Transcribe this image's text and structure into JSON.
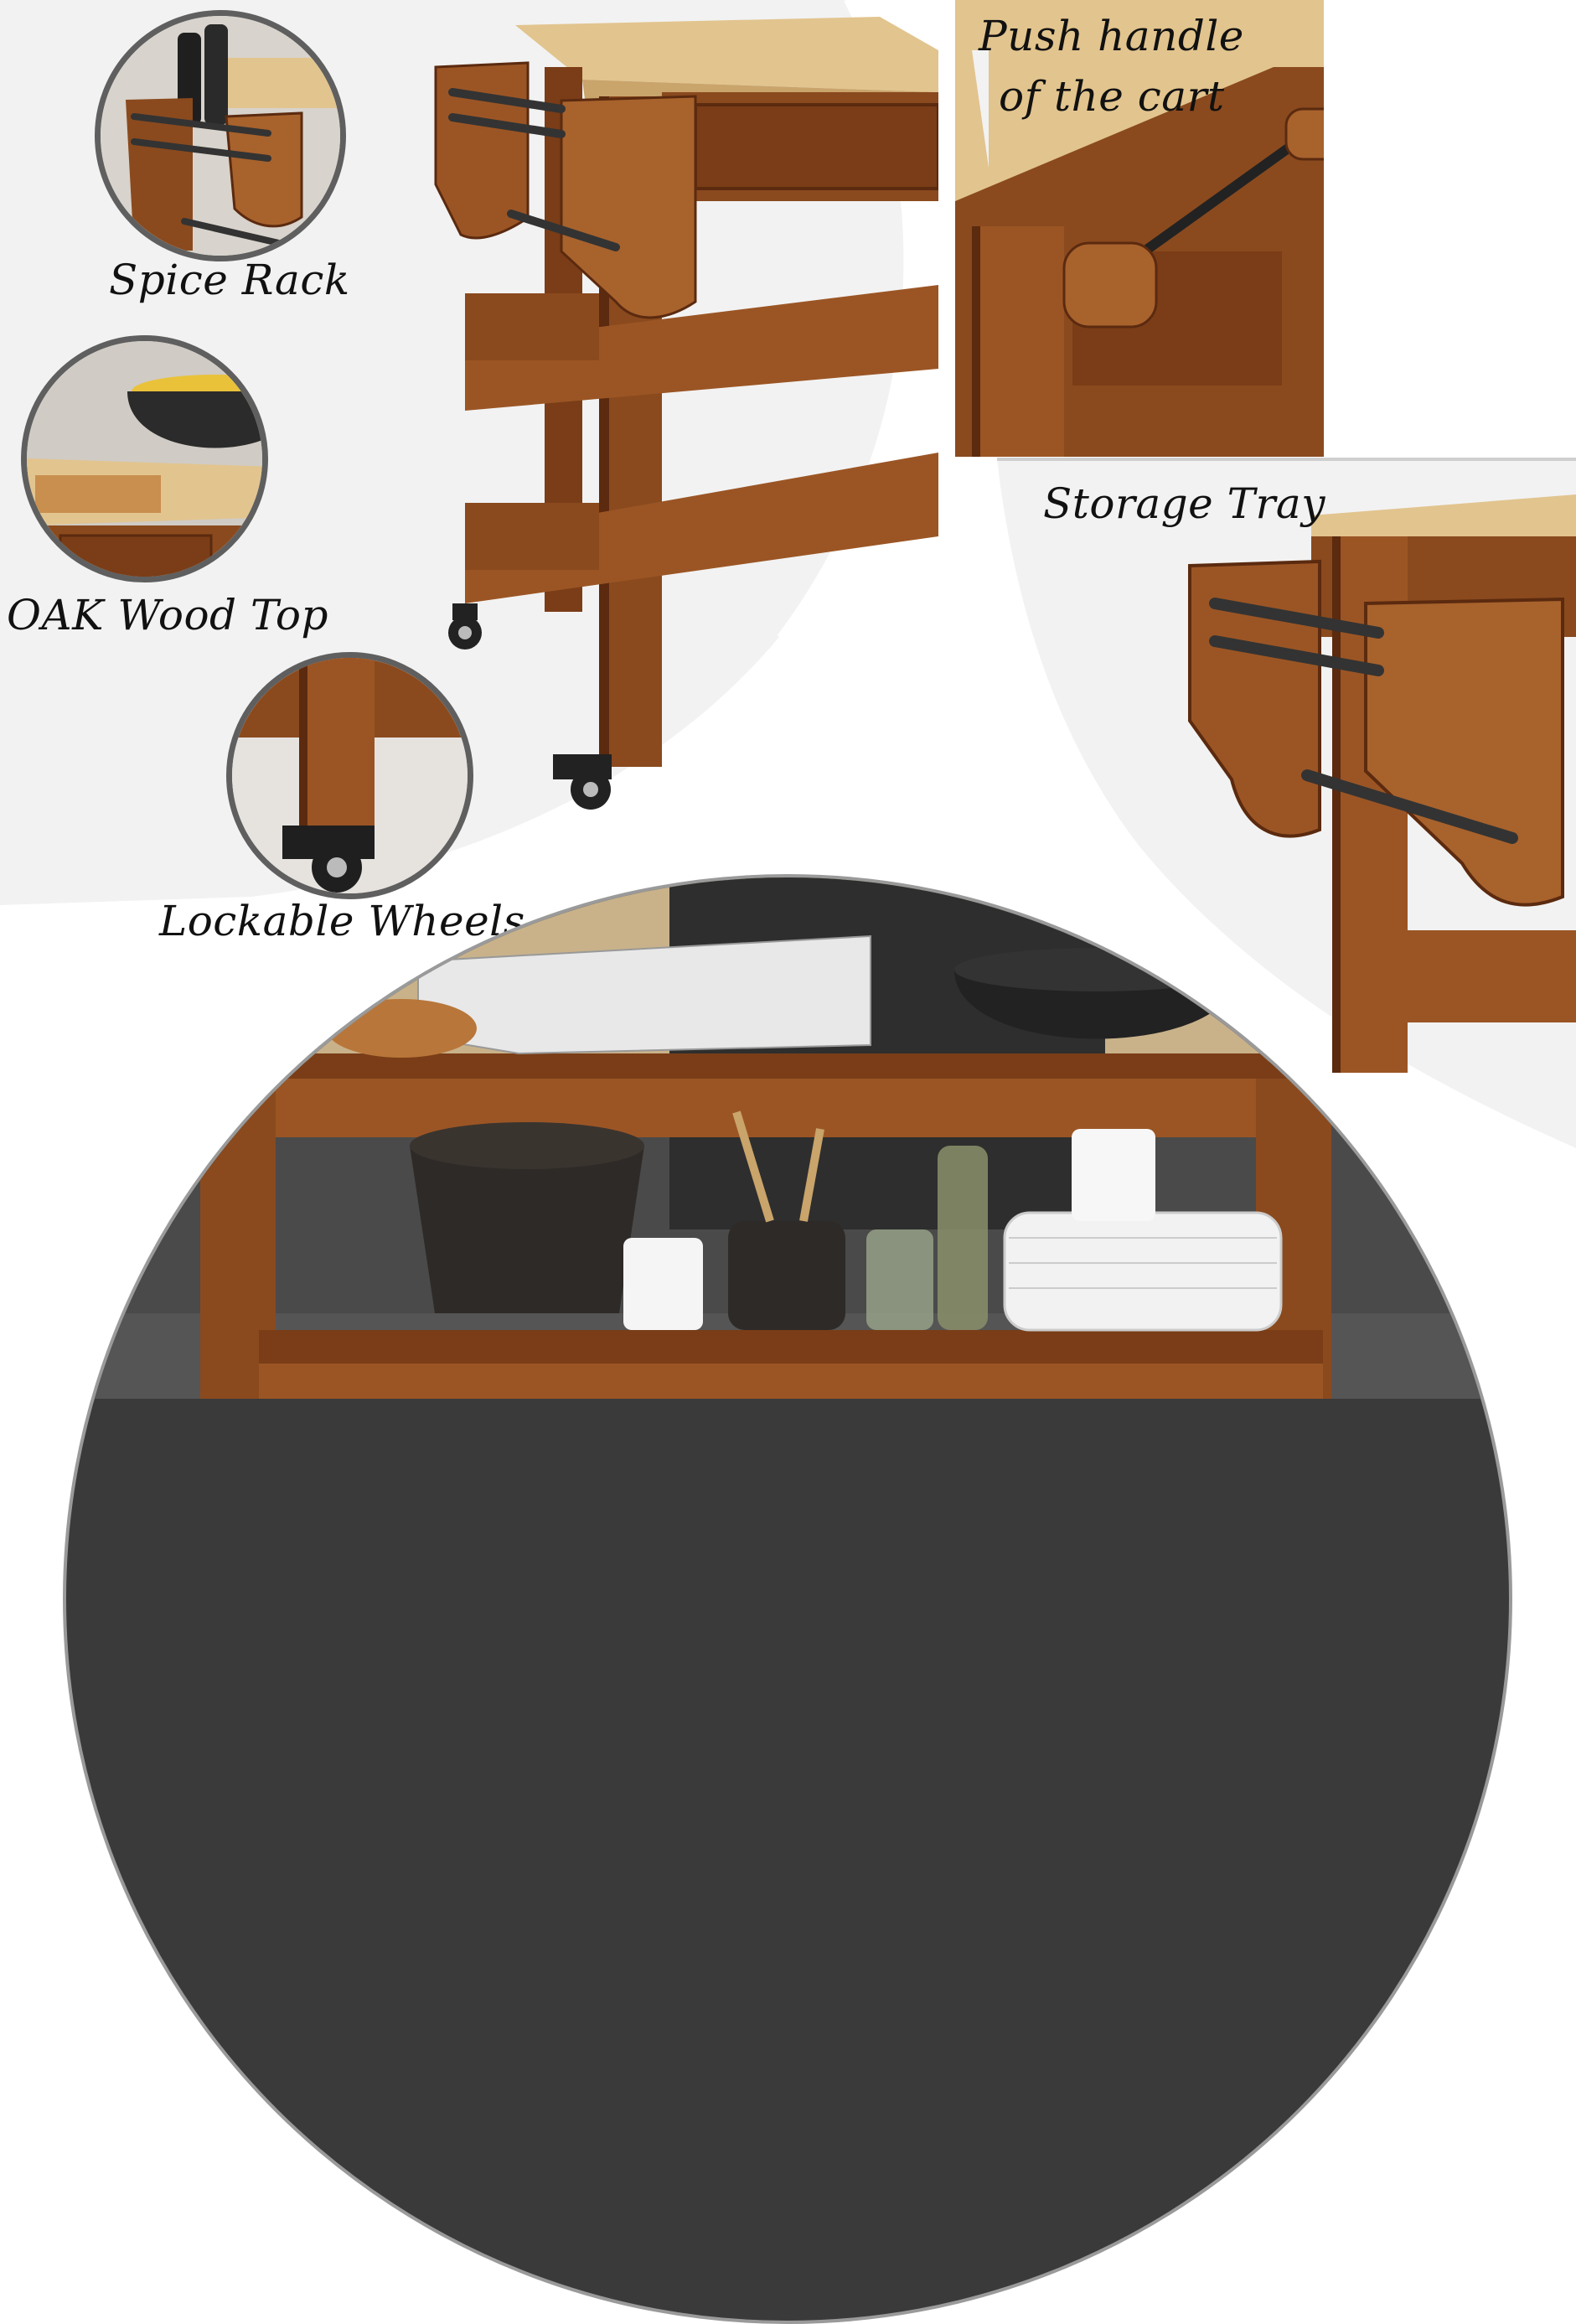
{
  "features": {
    "spice_rack": "Spice Rack",
    "oak_top": "OAK Wood Top",
    "lockable_wheels": "Lockable Wheels",
    "push_handle_line1": "Push handle",
    "push_handle_line2": "of the cart",
    "storage_tray": "Storage Tray"
  },
  "colors": {
    "wood_dark": "#6b3414",
    "wood_mid": "#8a4a1e",
    "wood_light": "#a8622c",
    "oak_top": "#e2c48e",
    "background_grey": "#f2f2f2",
    "circle_border": "#5f5f5f"
  },
  "icons": [
    "wine-bottle-icon",
    "caster-wheel-icon",
    "bowl-icon",
    "plate-stack-icon",
    "cup-icon"
  ]
}
